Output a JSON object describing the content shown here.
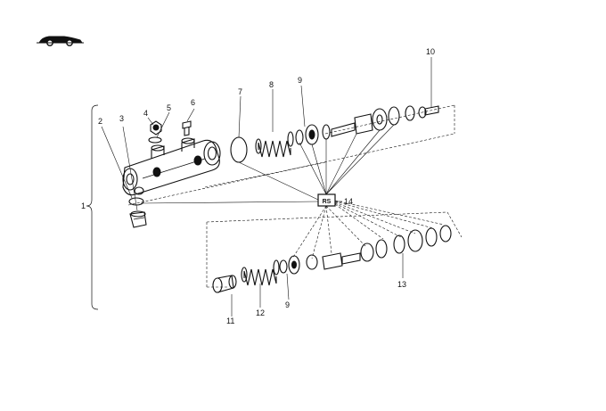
{
  "header": {
    "icon": "car-silhouette-icon"
  },
  "callouts": {
    "c1": "1",
    "c2": "2",
    "c3": "3",
    "c4": "4",
    "c5": "5",
    "c6": "6",
    "c7": "7",
    "c8": "8",
    "c9a": "9",
    "c9b": "9",
    "c10": "10",
    "c11": "11",
    "c12": "12",
    "c13": "13",
    "c14": "14"
  },
  "repair_set_label": "RS"
}
